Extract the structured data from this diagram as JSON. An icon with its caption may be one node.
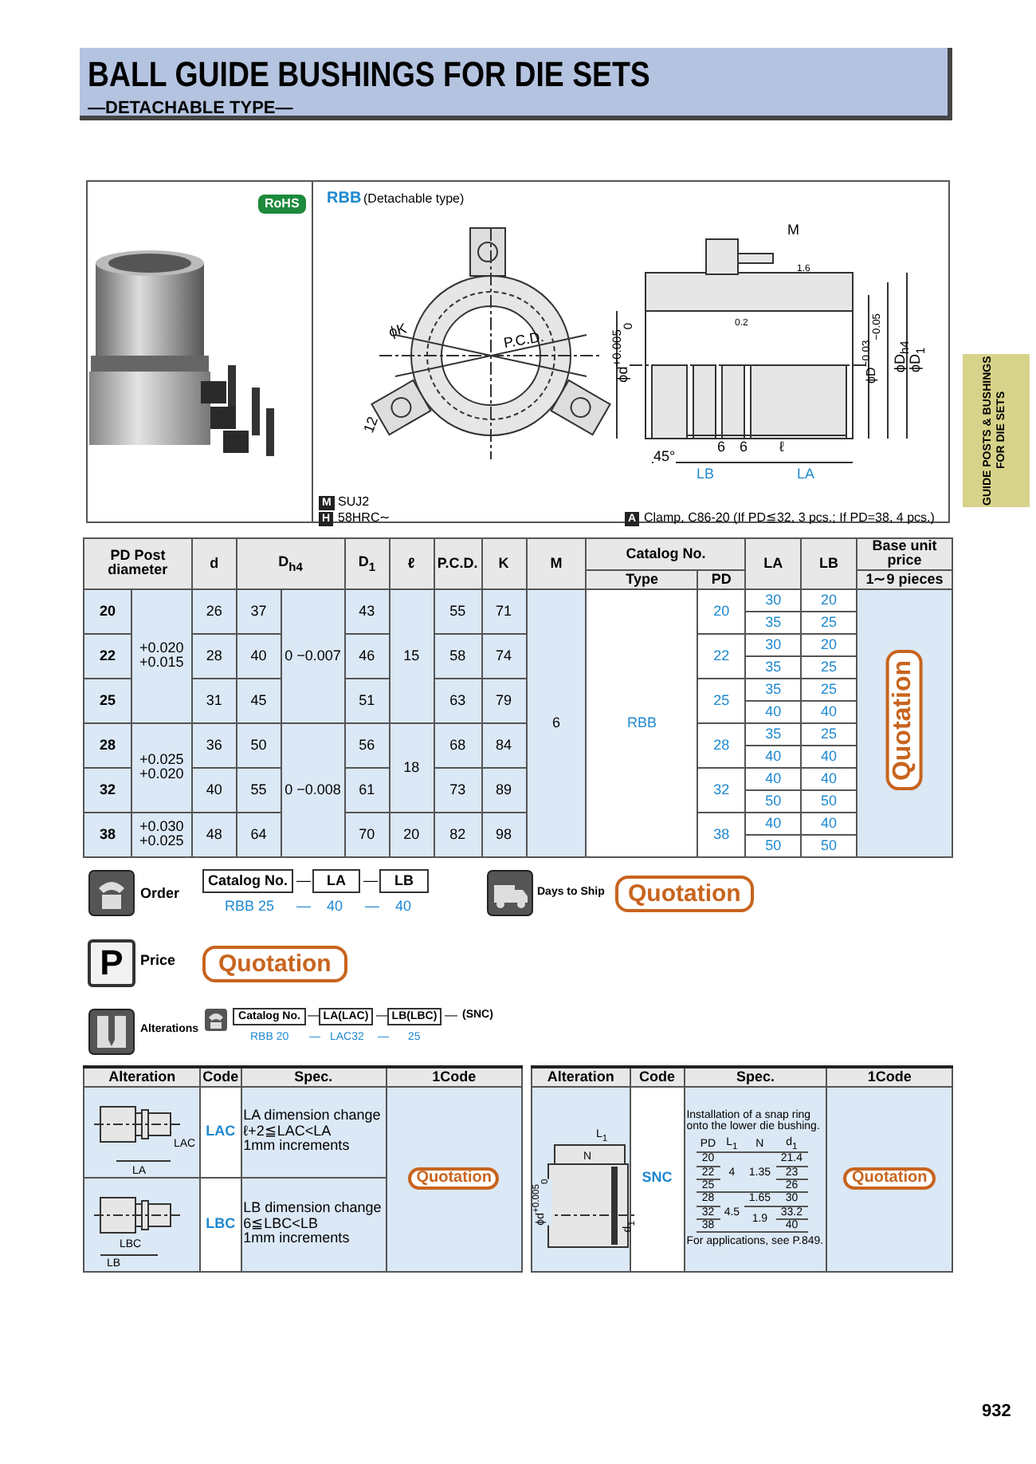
{
  "diagram": {
    "title": "BALL GUIDE BUSHINGS FOR DIE SETS",
    "labels": [
      "—DETACHABLE TYPE—",
      "GUIDE POSTS & BUSHINGS FOR DIE SETS",
      "RoHS",
      "RBB",
      "(Detachable type)",
      "M",
      "1.6",
      "0.2",
      "ϕK",
      "P.C.D.",
      "ϕd$^{+0.005}$$_{0}$",
      "ϕD$^{−0.03}$$_{−0.05}$",
      "ϕD$_{h4}$",
      "ϕD$_{1}$",
      "12",
      "45°",
      "6",
      "6",
      "ℓ",
      "LB",
      "LA",
      "M",
      "SUJ2",
      "H",
      "58HRC∼",
      "A",
      "Clamp, C86-20 (If PD≦32, 3 pcs.; If PD=38, 4 pcs.)",
      "PD Post diameter",
      "d",
      "D$_{h4}$",
      "D$_{1}$",
      "ℓ",
      "P.C.D.",
      "K",
      "M",
      "Catalog No.",
      "LA",
      "LB",
      "Base unit price",
      "Type",
      "PD",
      "1∼9 pieces",
      "20",
      "+0.020 +0.015",
      "26",
      "37",
      "0 −0.007",
      "43",
      "15",
      "55",
      "71",
      "6",
      "RBB",
      "20",
      "30",
      "20",
      "Quotation",
      "35",
      "25",
      "22",
      "28",
      "40",
      "46",
      "58",
      "74",
      "22",
      "30",
      "20",
      "35",
      "25",
      "25",
      "31",
      "45",
      "51",
      "63",
      "79",
      "25",
      "35",
      "25",
      "40",
      "40",
      "28",
      "+0.025 +0.020",
      "36",
      "50",
      "0 −0.008",
      "56",
      "18",
      "68",
      "84",
      "28",
      "35",
      "25",
      "40",
      "40",
      "32",
      "40",
      "55",
      "61",
      "73",
      "89",
      "32",
      "40",
      "40",
      "50",
      "50",
      "38",
      "+0.030 +0.025",
      "48",
      "64",
      "70",
      "20",
      "82",
      "98",
      "38",
      "40",
      "40",
      "50",
      "50",
      "Order",
      "Catalog No.",
      "—",
      "LA",
      "—",
      "LB",
      "RBB 25",
      "—",
      "40",
      "—",
      "40",
      "Days to Ship",
      "Quotation",
      "P",
      "Price",
      "Quotation",
      "Alterations",
      "Catalog No.",
      "—",
      "LA(LAC)",
      "—",
      "LB(LBC)",
      "—",
      "(SNC)",
      "RBB 20",
      "—",
      "LAC32",
      "—",
      "25",
      "Alteration",
      "Code",
      "Spec.",
      "1Code",
      "LAC",
      "LA",
      "LAC",
      "LA dimension change",
      "ℓ+2≦LAC<LA",
      "1mm increments",
      "Quotation",
      "LBC",
      "LB",
      "LBC",
      "LB dimension change",
      "6≦LBC<LB",
      "1mm increments",
      "Alteration",
      "Code",
      "Spec.",
      "1Code",
      "L$_{1}$",
      "N",
      "ϕd$^{+0.005}$$_{0}$",
      "d$_{1}$",
      "SNC",
      "Installation of a snap ring onto the lower die bushing.",
      "PD",
      "L$_{1}$",
      "N",
      "d$_{1}$",
      "20",
      "4",
      "1.35",
      "21.4",
      "22",
      "23",
      "25",
      "26",
      "28",
      "4.5",
      "1.65",
      "30",
      "32",
      "1.9",
      "33.2",
      "38",
      "40",
      "For applications, see P.849.",
      "Quotation",
      "932"
    ]
  }
}
